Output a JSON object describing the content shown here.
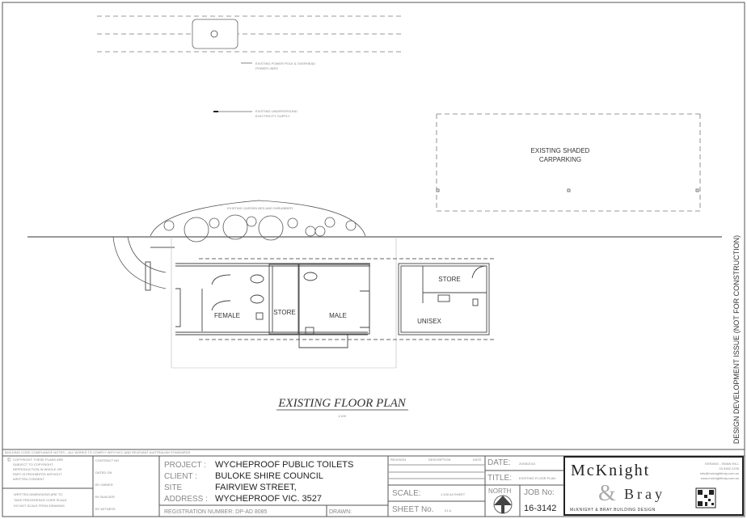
{
  "drawing": {
    "title": "EXISTING FLOOR PLAN",
    "scale_note": "1:100",
    "side_note": "DESIGN DEVELOPMENT ISSUE (NOT FOR CONSTRUCTION)",
    "annotations": {
      "power_lines": [
        "EXISTING POWER POLE & OVERHEAD",
        "POWER LINES"
      ],
      "underground": [
        "EXISTING UNDERGROUND",
        "ELECTRICITY SUPPLY"
      ],
      "garden": "EXISTING GARDEN BED AND SHRUBBERY",
      "carpark": [
        "EXISTING SHADED",
        "CARPARKING"
      ]
    },
    "rooms": {
      "female": "FEMALE",
      "store1": "STORE",
      "male": "MALE",
      "store2": "STORE",
      "unisex": "UNISEX"
    }
  },
  "title_block": {
    "strip_text": "BUILDING CODE COMPLIANCE NOTES – ALL WORKS TO COMPLY WITH NCC AND RELEVANT AUSTRALIAN STANDARDS",
    "copyright": [
      "COPYRIGHT: THESE PLANS ARE",
      "SUBJECT TO COPYRIGHT.",
      "REPRODUCTION IN WHOLE OR",
      "PART IS PROHIBITED WITHOUT",
      "WRITTEN CONSENT"
    ],
    "dimensions_note": [
      "WRITTEN DIMENSIONS ARE TO",
      "TAKE PRECEDENCE OVER SCALE",
      "DO NOT SCALE FROM DRAWING"
    ],
    "signoffs": [
      "CONTRACT NO",
      "DATED ON",
      "BY OWNER",
      "BY BUILDER",
      "BY WITNESS"
    ],
    "project_label": "PROJECT :",
    "project": "WYCHEPROOF PUBLIC TOILETS",
    "client_label": "CLIENT :",
    "client": "BULOKE SHIRE COUNCIL",
    "site_label": "SITE",
    "site": "FAIRVIEW STREET,",
    "address_label": "ADDRESS :",
    "address": "WYCHEPROOF VIC. 3527",
    "registration": "REGISTRATION NUMBER: DP-AD 8085",
    "drawn_label": "DRAWN:",
    "revision_headers": [
      "REVISION",
      "DESCRIPTION",
      "DATE"
    ],
    "date_label": "DATE:",
    "date": "20/06/2016",
    "title_label": "TITLE:",
    "title": "EXISTING FLOOR PLAN",
    "scale_label": "SCALE:",
    "scale": "1:100 A3 SHEET",
    "north_label": "NORTH",
    "job_label": "JOB No:",
    "job": "16-3142",
    "sheet_label": "SHEET No.",
    "sheet": "01 A",
    "brand": {
      "name1": "McKnight",
      "amp": "&",
      "name2": "Bray",
      "tagline": "McKNIGHT & BRAY BUILDING DESIGN",
      "contact": [
        "KERANG - SWAN HILL",
        "03 5452 2235",
        "info@mcknightbray.com.au",
        "www.mcknightbray.com.au"
      ]
    }
  }
}
